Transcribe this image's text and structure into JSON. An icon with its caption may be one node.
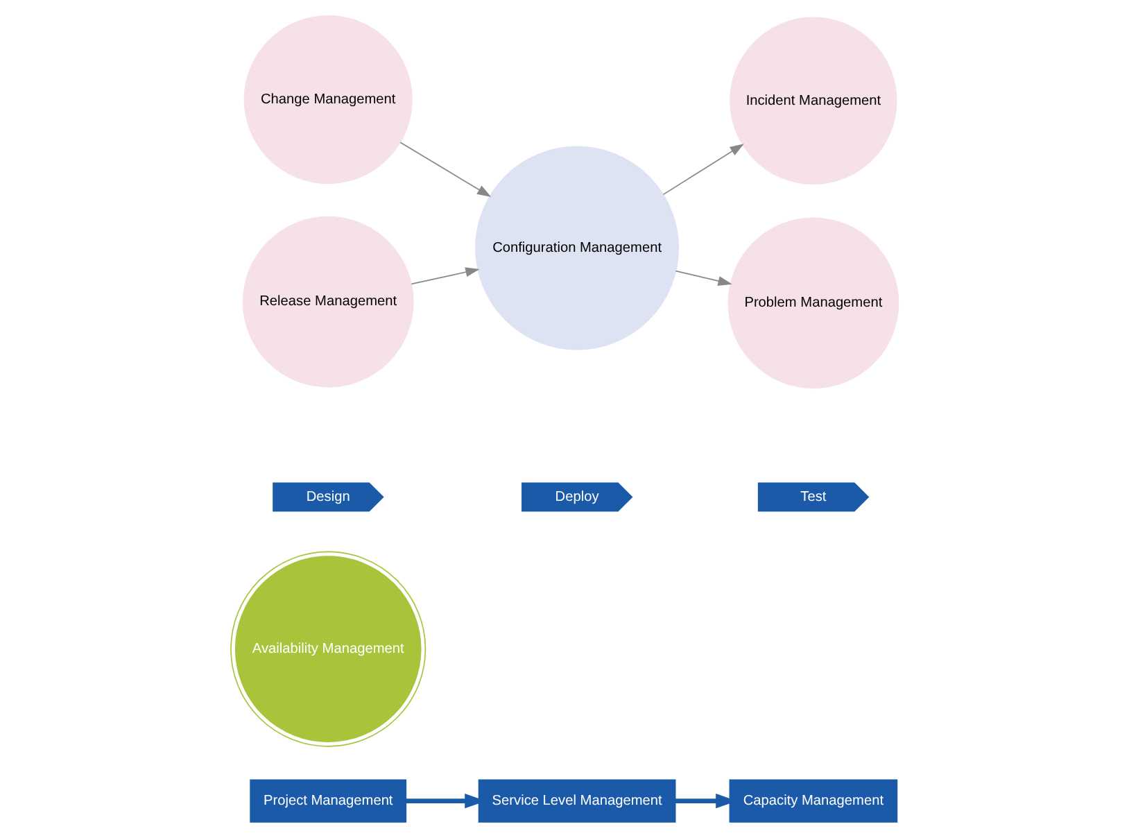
{
  "diagram": {
    "nodes": [
      {
        "text": [
          "Project Management"
        ]
      },
      {
        "text": [
          "Service Level Management"
        ]
      },
      {
        "text": [
          "Capacity Management"
        ]
      },
      {
        "text": [
          "Availability Management"
        ]
      },
      {
        "text": [
          "Design"
        ]
      },
      {
        "text": [
          "Deploy"
        ]
      },
      {
        "text": [
          "Test"
        ]
      },
      {
        "text": [
          "Change Management"
        ]
      },
      {
        "text": [
          "Release Management"
        ]
      },
      {
        "text": [
          "Configuration Management"
        ]
      },
      {
        "text": [
          "Incident Management"
        ]
      },
      {
        "text": [
          "Problem Management"
        ]
      }
    ],
    "edges": [
      {
        "from": 0,
        "to": 1,
        "arrow": "to",
        "style": "thick",
        "color": "#1a5aa8"
      },
      {
        "from": 1,
        "to": 2,
        "arrow": "to",
        "style": "thick",
        "color": "#1a5aa8"
      },
      {
        "from": 7,
        "to": 9,
        "arrow": "to"
      },
      {
        "from": 8,
        "to": 9,
        "arrow": "to"
      },
      {
        "from": 9,
        "to": 10,
        "arrow": "to"
      },
      {
        "from": 9,
        "to": 11,
        "arrow": "to"
      }
    ]
  }
}
